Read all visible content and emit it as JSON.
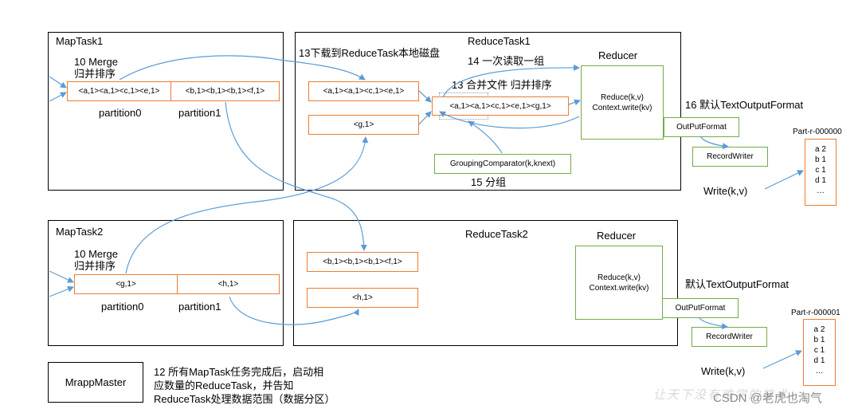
{
  "maptask1": {
    "title": "MapTask1",
    "merge_label": "10 Merge\n归并排序",
    "cells": [
      "<a,1><a,1><c,1><e,1>",
      "<b,1><b,1><b,1><f,1>"
    ],
    "partition0": "partition0",
    "partition1": "partition1"
  },
  "maptask2": {
    "title": "MapTask2",
    "merge_label": "10 Merge\n归并排序",
    "cells": [
      "<g,1>",
      "<h,1>"
    ],
    "partition0": "partition0",
    "partition1": "partition1"
  },
  "reducetask1": {
    "title": "ReduceTask1",
    "download_label": "13下载到ReduceTask本地磁盘",
    "read_label": "14 一次读取一组",
    "merge_label": "13 合并文件 归并排序",
    "inputs": [
      "<a,1><a,1><c,1><e,1>",
      "<g,1>"
    ],
    "merged": "<a,1><a,1><c,1><e,1><g,1>",
    "grouping": "GroupingComparator(k,knext)",
    "group_label": "15 分组",
    "reducer_title": "Reducer",
    "reducer_body": "Reduce(k,v)\nContext.write(kv)",
    "format_label": "16 默认TextOutputFormat",
    "outputformat": "OutPutFormat",
    "recordwriter": "RecordWriter",
    "write": "Write(k,v)",
    "part_file": "Part-r-000000",
    "part_content": "a 2\nb 1\nc 1\nd 1\n…"
  },
  "reducetask2": {
    "title": "ReduceTask2",
    "inputs": [
      "<b,1><b,1><b,1><f,1>",
      "<h,1>"
    ],
    "reducer_title": "Reducer",
    "reducer_body": "Reduce(k,v)\nContext.write(kv)",
    "format_label": "默认TextOutputFormat",
    "outputformat": "OutPutFormat",
    "recordwriter": "RecordWriter",
    "write": "Write(k,v)",
    "part_file": "Part-r-000001",
    "part_content": "a 2\nb 1\nc 1\nd 1\n…"
  },
  "master": {
    "label": "MrappMaster",
    "note": "12 所有MapTask任务完成后，启动相\n应数量的ReduceTask，并告知\nReduceTask处理数据范围（数据分区）"
  },
  "watermark": {
    "faint": "让天下没有难学的技术",
    "csdn": "CSDN @老虎也淘气"
  },
  "colors": {
    "arrow": "#5b9bd5",
    "orange_border": "#ed7d31",
    "green_border": "#70ad47"
  }
}
